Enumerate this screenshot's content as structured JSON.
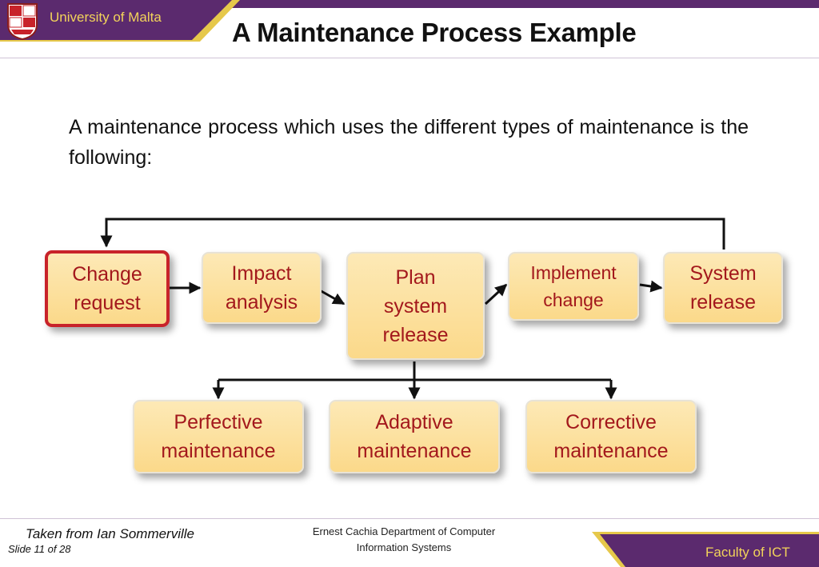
{
  "header": {
    "university": "University of Malta",
    "title": "A Maintenance Process Example"
  },
  "intro": "A maintenance process which uses the different types of maintenance is the following:",
  "diagram": {
    "nodes": {
      "change_request": "Change\nrequest",
      "impact_analysis": "Impact\nanalysis",
      "plan_release": "Plan\nsystem\nrelease",
      "implement_change": "Implement\nchange",
      "system_release": "System\nrelease",
      "perfective": "Perfective\nmaintenance",
      "adaptive": "Adaptive\nmaintenance",
      "corrective": "Corrective\nmaintenance"
    },
    "colors": {
      "node_text": "#a3181c",
      "node_fill": "#fbd98a",
      "highlight_border": "#c8232a",
      "brand_purple": "#5b2a6e",
      "brand_gold": "#e6c84a"
    }
  },
  "footer": {
    "credit": "Taken from Ian Sommerville",
    "slide": "Slide 11 of 28",
    "department": "Ernest Cachia Department of Computer Information Systems",
    "faculty": "Faculty of ICT"
  }
}
